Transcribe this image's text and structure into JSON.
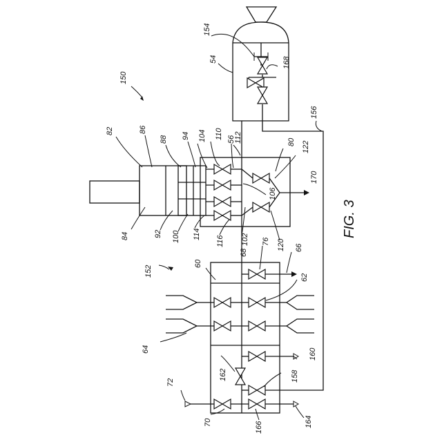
{
  "figure_title": "FIG. 3",
  "labels": {
    "l150": "150",
    "l152": "152",
    "l154": "154",
    "l54": "54",
    "l168": "168",
    "l156": "156",
    "l56": "56",
    "l82": "82",
    "l86": "86",
    "l88": "88",
    "l94": "94",
    "l104": "104",
    "l110": "110",
    "l112": "112",
    "l80": "80",
    "l122": "122",
    "l170": "170",
    "l106": "106",
    "l84": "84",
    "l92": "92",
    "l100": "100",
    "l114": "114",
    "l116": "116",
    "l102": "102",
    "l120": "120",
    "l68": "68",
    "l76": "76",
    "l66": "66",
    "l60": "60",
    "l62": "62",
    "l64": "64",
    "l72": "72",
    "l162": "162",
    "l158": "158",
    "l160": "160",
    "l70": "70",
    "l166": "166",
    "l164": "164"
  }
}
